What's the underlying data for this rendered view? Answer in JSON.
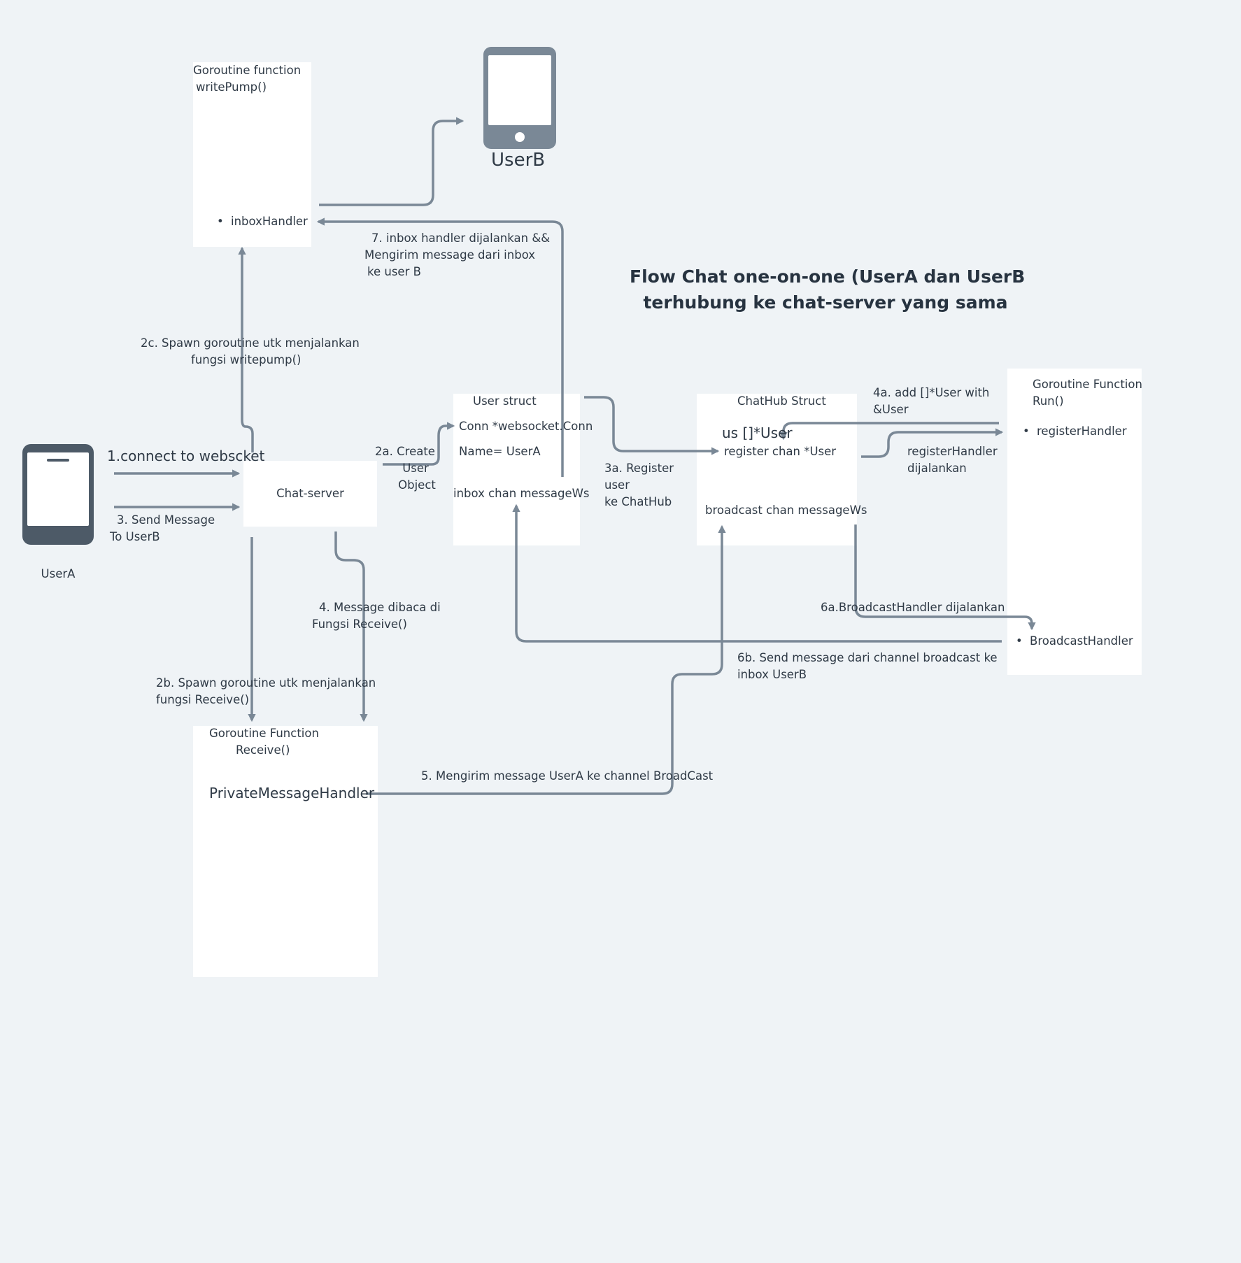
{
  "title_line1": "Flow Chat one-on-one (UserA dan UserB",
  "title_line2": "terhubung ke chat-server yang sama",
  "colors": {
    "background": "#eff3f6",
    "box": "#ffffff",
    "arrow": "#7a8896",
    "device_userA": "#4d5a67",
    "device_userB": "#7a8896"
  },
  "devices": {
    "userA": {
      "label": "UserA",
      "icon": "tablet-icon"
    },
    "userB": {
      "label": "UserB",
      "icon": "tablet-icon"
    }
  },
  "boxes": {
    "writepump": {
      "title_line1": "Goroutine function",
      "title_line2": "writePump()",
      "items": [
        "inboxHandler"
      ]
    },
    "chat_server": {
      "label": "Chat-server"
    },
    "user_struct": {
      "title": "User struct",
      "fields": [
        "Conn *websocket.Conn",
        "Name= UserA",
        "inbox chan messageWs"
      ]
    },
    "chathub": {
      "title": "ChatHub Struct",
      "fields": [
        "us []*User",
        "register chan *User",
        "broadcast chan messageWs"
      ]
    },
    "run": {
      "title_line1": "Goroutine Function",
      "title_line2": "Run()",
      "items": [
        "registerHandler",
        "BroadcastHandler"
      ]
    },
    "receive": {
      "title_line1": "Goroutine Function",
      "title_line2": "Receive()",
      "handler": "PrivateMessageHandler"
    }
  },
  "labels": {
    "step1": "1.connect to webscket",
    "step3_line1": "3.  Send Message",
    "step3_line2": "To UserB",
    "step2a_line1": "2a. Create",
    "step2a_line2": "User",
    "step2a_line3": "Object",
    "step2b_line1": "2b. Spawn goroutine utk menjalankan",
    "step2b_line2": "fungsi Receive()",
    "step2c_line1": "2c. Spawn goroutine utk menjalankan",
    "step2c_line2": "fungsi writepump()",
    "step3a_line1": "3a. Register",
    "step3a_line2": "user",
    "step3a_line3": "ke  ChatHub",
    "step4_line1": "4.  Message dibaca di",
    "step4_line2": "Fungsi Receive()",
    "step4a_line1": "4a. add []*User with",
    "step4a_line2": "&User",
    "reg_handler_line1": "registerHandler",
    "reg_handler_line2": "dijalankan",
    "step5": "5.  Mengirim message UserA ke channel BroadCast",
    "step6a": "6a.BroadcastHandler dijalankan",
    "step6b_line1": "6b. Send message dari channel broadcast ke",
    "step6b_line2": "inbox UserB",
    "step7_line1": "7.  inbox handler dijalankan &&",
    "step7_line2": "Mengirim message dari inbox",
    "step7_line3": "ke user B"
  }
}
